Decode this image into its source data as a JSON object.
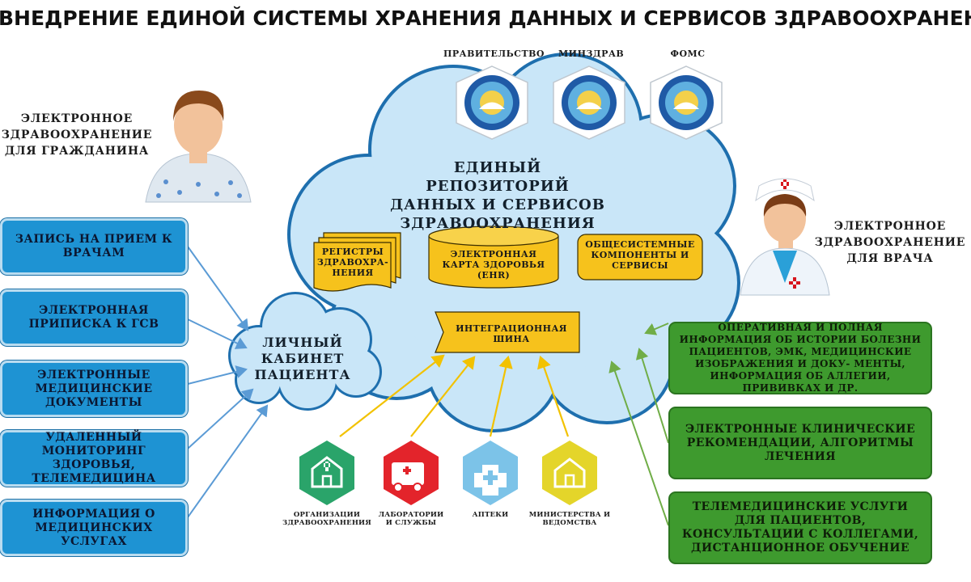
{
  "title": "ВНЕДРЕНИЕ ЕДИНОЙ СИСТЕМЫ ХРАНЕНИЯ ДАННЫХ И СЕРВИСОВ ЗДРАВООХРАНЕНИЯ",
  "authorities": [
    "ПРАВИТЕЛЬСТВО",
    "МИНЗДРАВ",
    "ФОМС"
  ],
  "citizen_label": "ЭЛЕКТРОННОЕ ЗДРАВООХРАНЕНИЕ ДЛЯ ГРАЖДАНИНА",
  "doctor_label": "ЭЛЕКТРОННОЕ ЗДРАВООХРАНЕНИЕ ДЛЯ ВРАЧА",
  "cloud_title": "ЕДИНЫЙ РЕПОЗИТОРИЙ ДАННЫХ И СЕРВИСОВ ЗДРАВООХРАНЕНИЯ",
  "cloud_items": {
    "registries": "РЕГИСТРЫ ЗДРАВОХРА- НЕНИЯ",
    "ehr": "ЭЛЕКТРОННАЯ КАРТА ЗДОРОВЬЯ (EHR)",
    "common": "ОБЩЕСИСТЕМНЫЕ КОМПОНЕНТЫ И СЕРВИСЫ",
    "bus": "ИНТЕГРАЦИОННАЯ ШИНА"
  },
  "patient_cabinet": "ЛИЧНЫЙ КАБИНЕТ ПАЦИЕНТА",
  "citizen_services": [
    "ЗАПИСЬ НА ПРИЕМ К ВРАЧАМ",
    "ЭЛЕКТРОННАЯ ПРИПИСКА К ГСВ",
    "ЭЛЕКТРОННЫЕ МЕДИЦИНСКИЕ ДОКУМЕНТЫ",
    "УДАЛЕННЫЙ МОНИТОРИНГ ЗДОРОВЬЯ, ТЕЛЕМЕДИЦИНА",
    "ИНФОРМАЦИЯ О МЕДИЦИНСКИХ УСЛУГАХ"
  ],
  "doctor_services": [
    "ОПЕРАТИВНАЯ И ПОЛНАЯ ИНФОРМАЦИЯ ОБ ИСТОРИИ БОЛЕЗНИ ПАЦИЕНТОВ, ЭМК, МЕДИЦИНСКИЕ ИЗОБРАЖЕНИЯ И ДОКУ- МЕНТЫ, ИНФОРМАЦИЯ ОБ АЛЛЕГИИ, ПРИВИВКАХ И ДР.",
    "ЭЛЕКТРОННЫЕ КЛИНИЧЕСКИЕ РЕКОМЕНДАЦИИ, АЛГОРИТМЫ ЛЕЧЕНИЯ",
    "ТЕЛЕМЕДИЦИНСКИЕ УСЛУГИ ДЛЯ ПАЦИЕНТОВ, КОНСУЛЬТАЦИИ С КОЛЛЕГАМИ, ДИСТАНЦИОННОЕ ОБУЧЕНИЕ"
  ],
  "institutions": [
    {
      "label": "ОРГАНИЗАЦИИ ЗДРАВООХРАНЕНИЯ",
      "color": "#2aa46a",
      "icon": "house-cross-icon"
    },
    {
      "label": "ЛАБОРАТОРИИ И СЛУЖБЫ",
      "color": "#e3242b",
      "icon": "ambulance-icon"
    },
    {
      "label": "АПТЕКИ",
      "color": "#7cc3e8",
      "icon": "plus-icon"
    },
    {
      "label": "МИНИСТЕРСТВА И ВЕДОМСТВА",
      "color": "#e4d52a",
      "icon": "house-icon"
    }
  ],
  "colors": {
    "blue_box": "#1e93d3",
    "green_box": "#3e9a2e",
    "cloud": "#c9e6f8",
    "yellow": "#f6c21c",
    "arrow_blue": "#5b9bd5",
    "arrow_yellow": "#f2c200",
    "arrow_green": "#70ad47"
  }
}
